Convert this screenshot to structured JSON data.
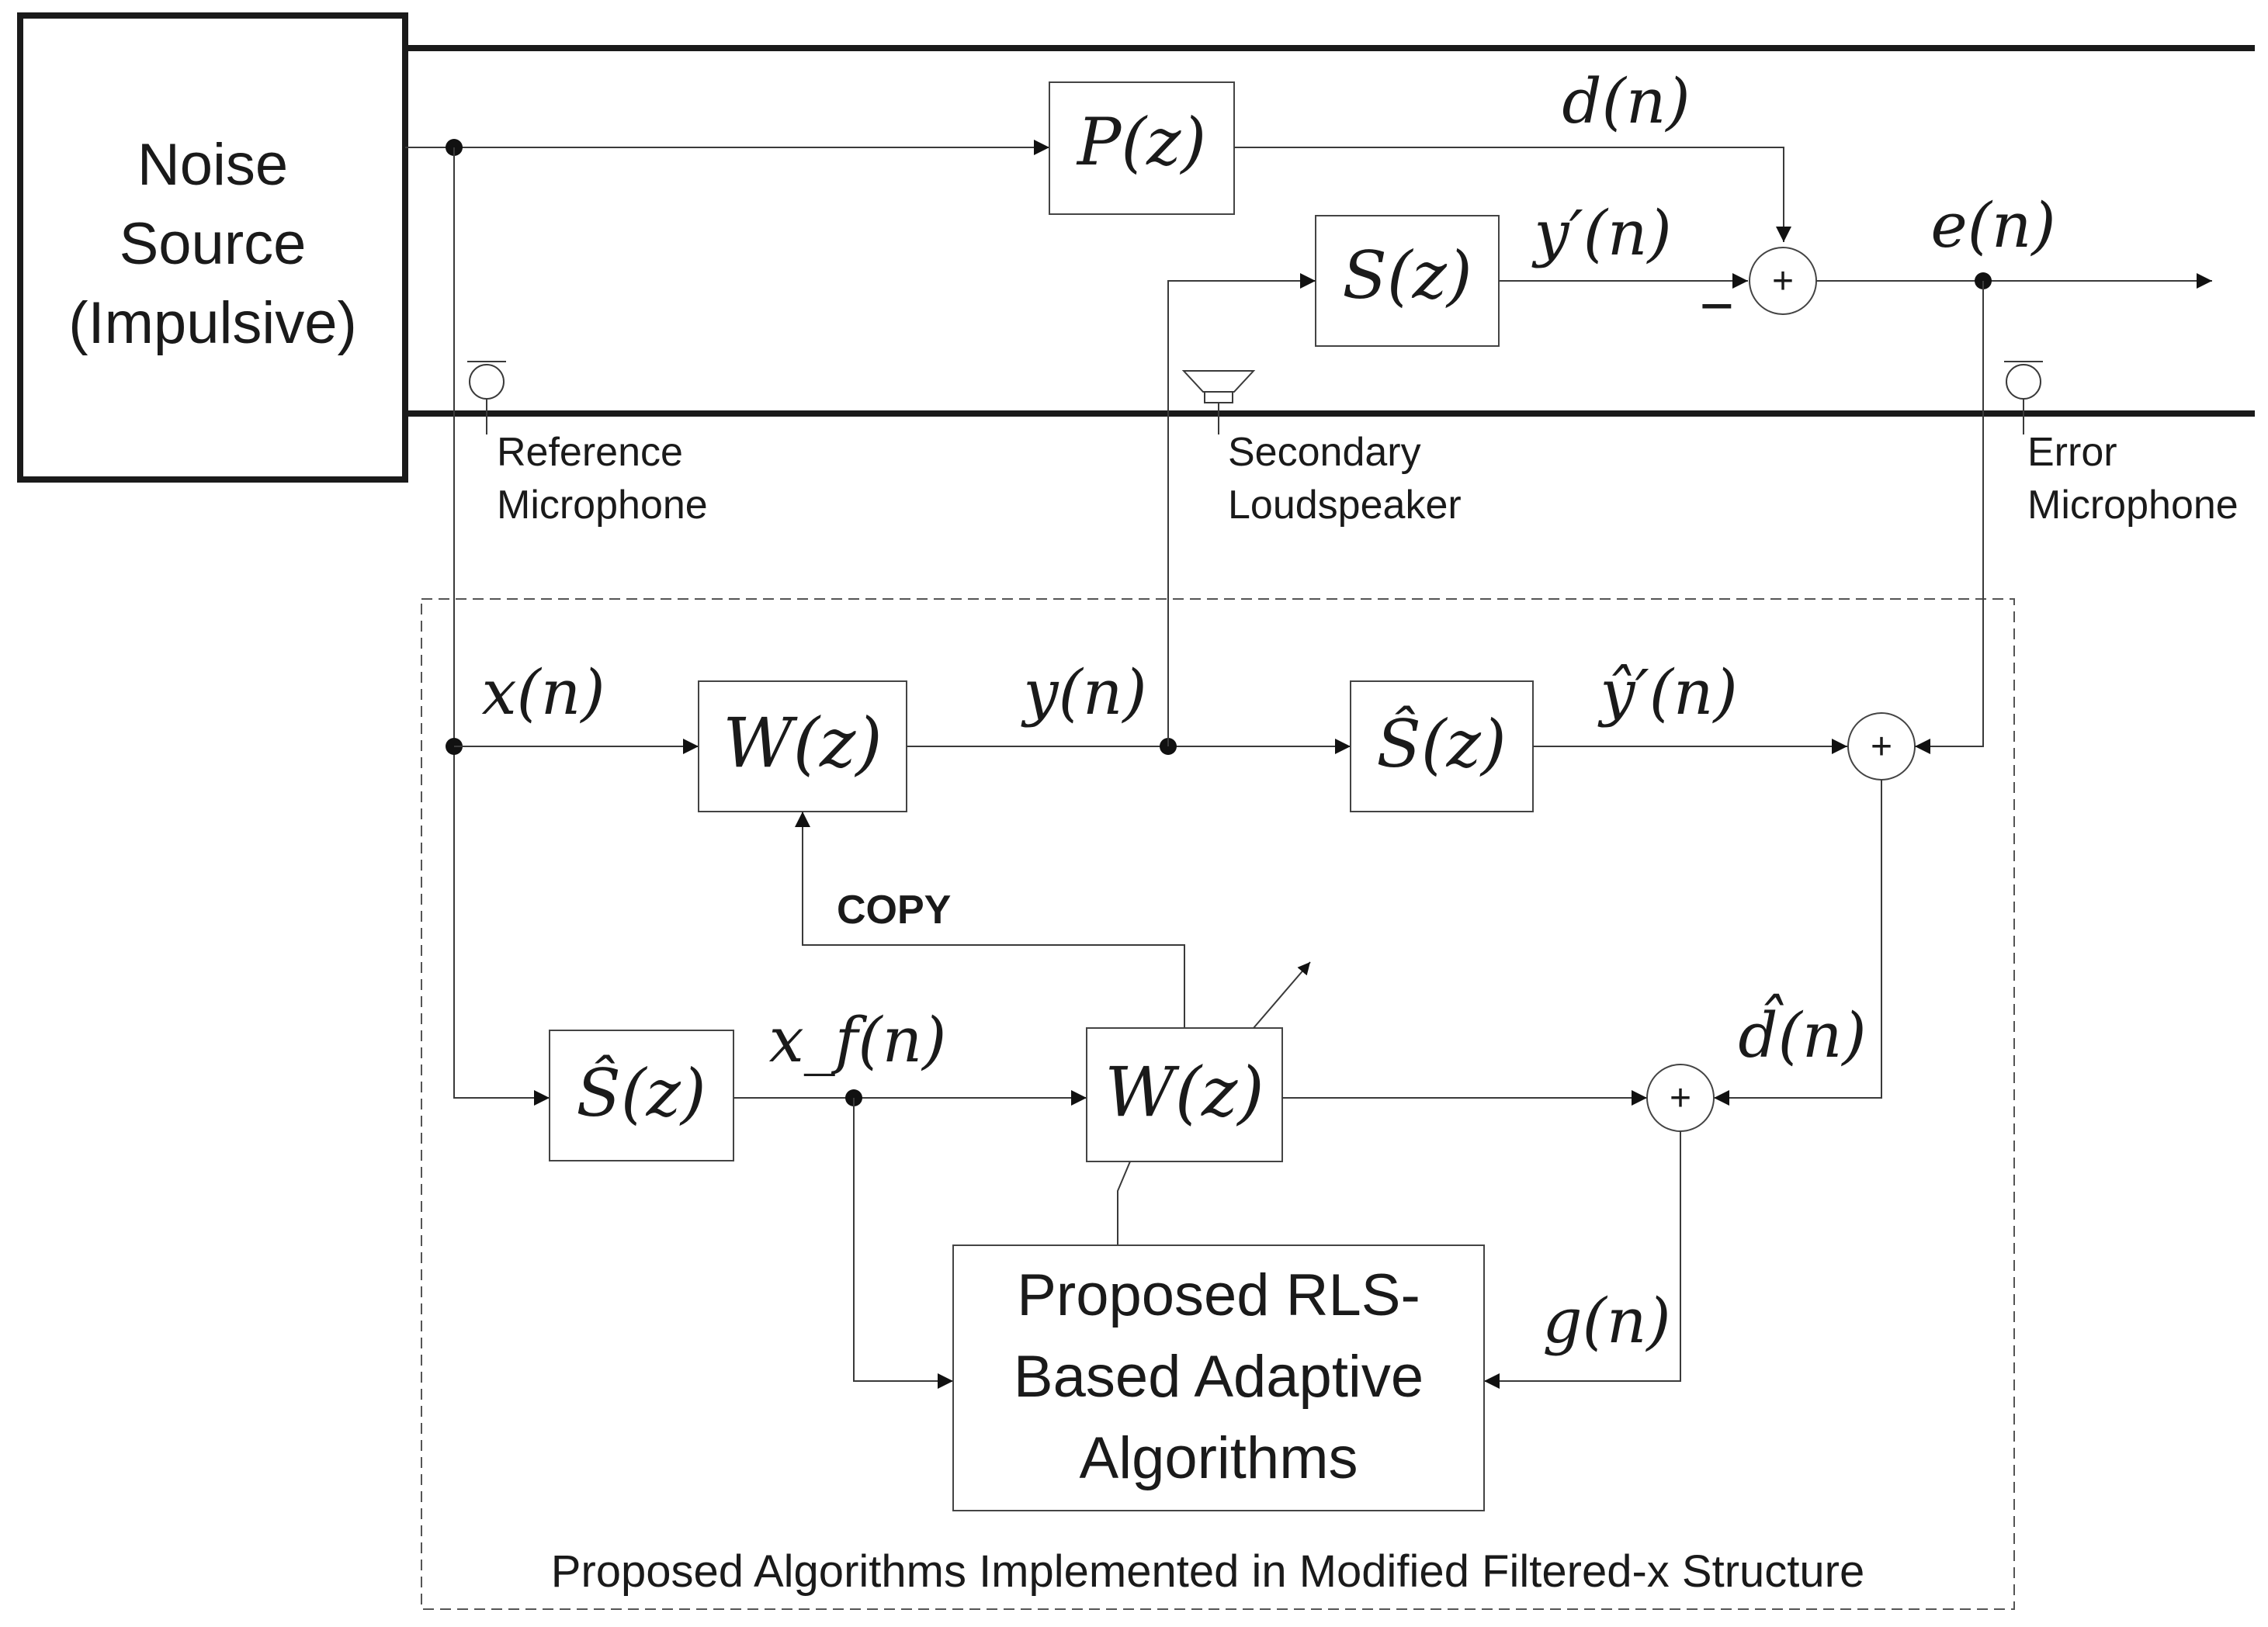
{
  "noise_source": {
    "line1": "Noise",
    "line2": "Source",
    "line3": "(Impulsive)"
  },
  "blocks": {
    "primary_path": "P(z)",
    "secondary_path": "S(z)",
    "control_filter": "W(z)",
    "secondary_estimate_top": "Ŝ(z)",
    "secondary_estimate_bottom": "Ŝ(z)",
    "adaptive_filter": "W(z)"
  },
  "signals": {
    "d": "d(n)",
    "y_prime": "y′(n)",
    "e": "e(n)",
    "x": "x(n)",
    "y": "y(n)",
    "y_hat_prime": "ŷ′(n)",
    "x_f": "x_f(n)",
    "d_hat": "d̂(n)",
    "g": "g(n)",
    "minus": "−",
    "plus": "+"
  },
  "transducers": {
    "reference": {
      "line1": "Reference",
      "line2": "Microphone"
    },
    "secondary": {
      "line1": "Secondary",
      "line2": "Loudspeaker"
    },
    "error": {
      "line1": "Error",
      "line2": "Microphone"
    }
  },
  "copy_label": "COPY",
  "algorithm_block": {
    "line1": "Proposed RLS-",
    "line2": "Based Adaptive",
    "line3": "Algorithms"
  },
  "caption": "Proposed Algorithms Implemented in Modified Filtered-x Structure"
}
